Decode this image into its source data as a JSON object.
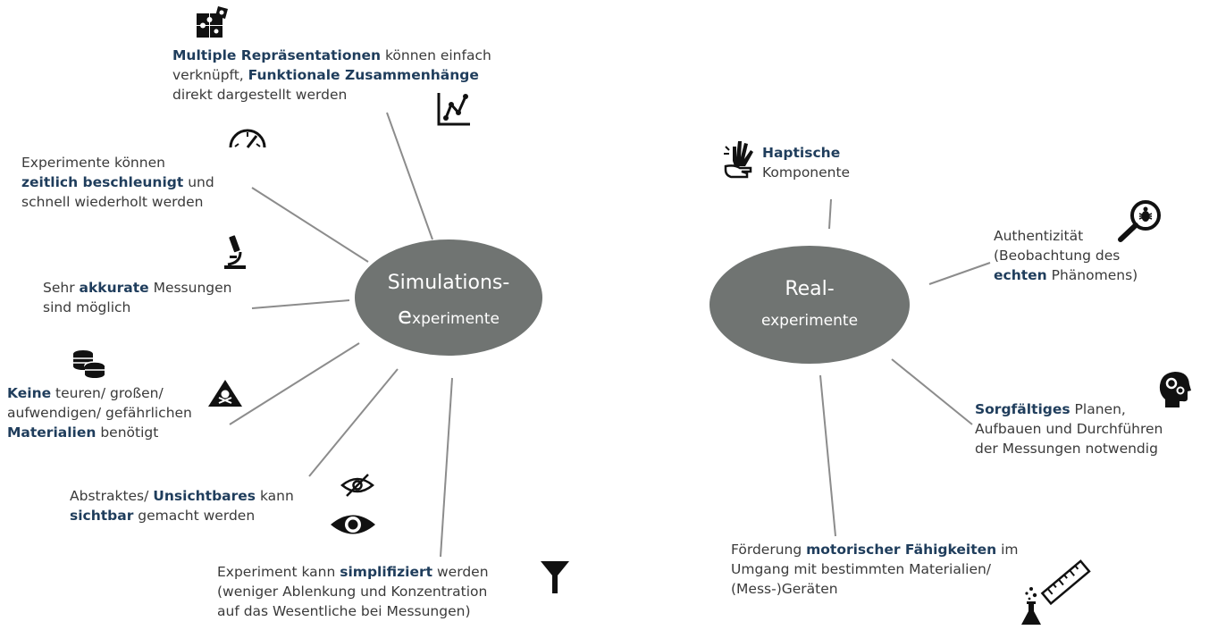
{
  "nodes": {
    "sim": {
      "line1": "Simulations-",
      "line2_first": "e",
      "line2_rest": "xperimente"
    },
    "real": {
      "line1": "Real-",
      "line2": "experimente"
    }
  },
  "left": {
    "multiple": {
      "b1": "Multiple Repräsentationen",
      "t1": " können einfach",
      "t2": "verknüpft, ",
      "b2": "Funktionale Zusammenhänge",
      "t3": "direkt dargestellt werden"
    },
    "zeitlich": {
      "t1": "Experimente können",
      "b1": "zeitlich beschleunigt",
      "t2": " und",
      "t3": "schnell wiederholt werden"
    },
    "akkurat": {
      "t1": "Sehr ",
      "b1": "akkurate",
      "t2": " Messungen",
      "t3": "sind möglich"
    },
    "keine": {
      "b1": "Keine",
      "t1": " teuren/ großen/",
      "t2": "aufwendigen/ gefährlichen",
      "b2": "Materialien",
      "t3": " benötigt"
    },
    "abstrakt": {
      "t1": "Abstraktes/ ",
      "b1": "Unsichtbares",
      "t2": " kann",
      "b2": "sichtbar",
      "t3": " gemacht werden"
    },
    "simplifiziert": {
      "t1": "Experiment kann ",
      "b1": "simplifiziert",
      "t2": " werden",
      "t3": "(weniger Ablenkung und Konzentration",
      "t4": "auf das Wesentliche bei Messungen)"
    }
  },
  "right": {
    "haptisch": {
      "b1": "Haptische",
      "t1": "Komponente"
    },
    "authentizitaet": {
      "t1": "Authentizität",
      "t2": "(Beobachtung des",
      "b1": "echten",
      "t3": " Phänomens)"
    },
    "sorgfaeltig": {
      "b1": "Sorgfältiges",
      "t1": " Planen,",
      "t2": "Aufbauen und Durchführen",
      "t3": "der Messungen notwendig"
    },
    "motorisch": {
      "t1": "Förderung ",
      "b1": "motorischer Fähigkeiten",
      "t2": " im",
      "t3": "Umgang mit bestimmten Materialien/",
      "t4": "(Mess-)Geräten"
    }
  },
  "colors": {
    "ellipse": "#707472",
    "connector": "#8c8c8c",
    "emphasis": "#1f3d5c",
    "text": "#3a3a3a"
  },
  "icons": [
    "puzzle-icon",
    "line-graph-icon",
    "speedometer-icon",
    "microscope-icon",
    "coins-icon",
    "toxic-hazard-icon",
    "hidden-eye-icon",
    "eye-icon",
    "funnel-icon",
    "sign-hand-icon",
    "magnifier-bug-icon",
    "head-gears-icon",
    "flask-icon",
    "ruler-icon"
  ]
}
